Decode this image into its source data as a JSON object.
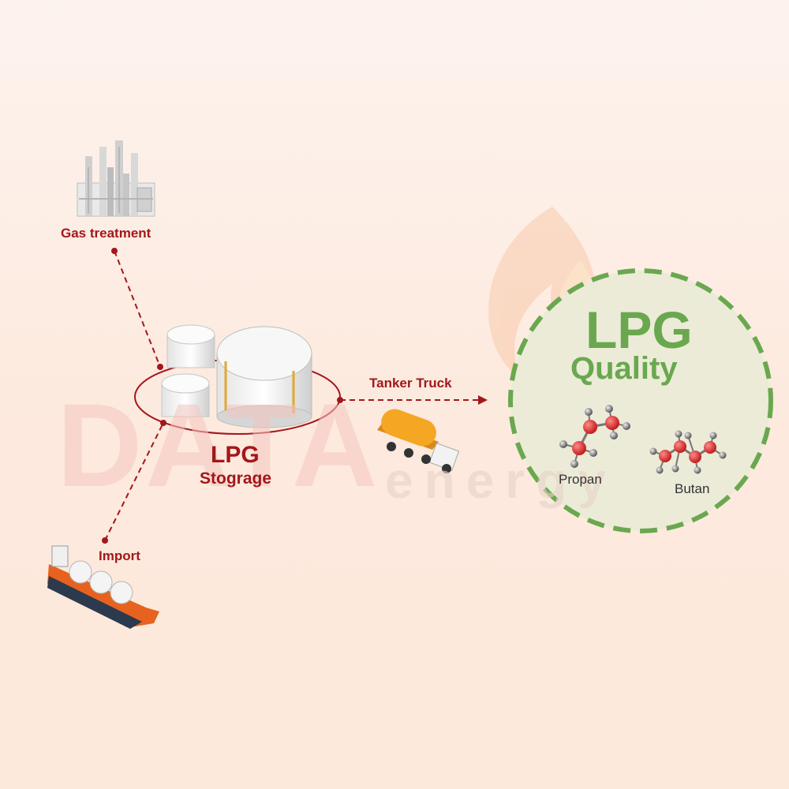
{
  "watermark": {
    "brand": "DATA",
    "brand_sub": "energy"
  },
  "sources": {
    "gas_treatment": "Gas treatment",
    "import": "Import"
  },
  "storage": {
    "title": "LPG",
    "subtitle": "Stograge"
  },
  "transport": {
    "tanker_label": "Tanker Truck"
  },
  "quality": {
    "title": "LPG",
    "subtitle": "Quality",
    "molecules": [
      "Propan",
      "Butan"
    ]
  },
  "colors": {
    "accent_red": "#a3171b",
    "green": "#6aa84f",
    "circle_fill": "#ecebd8"
  },
  "icons": [
    "refinery-icon",
    "storage-tanks-icon",
    "tanker-truck-icon",
    "lpg-ship-icon",
    "flame-icon",
    "propane-molecule-icon",
    "butane-molecule-icon"
  ]
}
